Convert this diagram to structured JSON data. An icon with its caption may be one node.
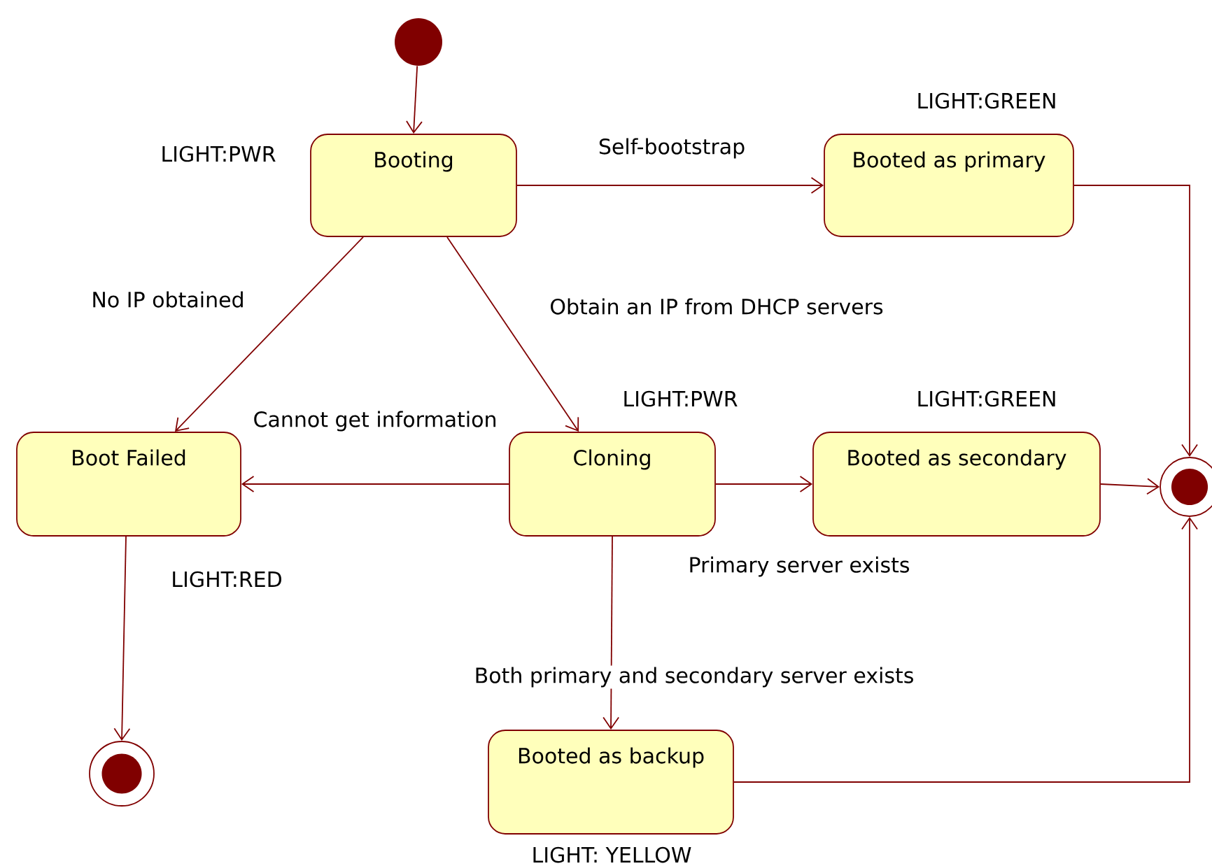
{
  "diagram": {
    "nodes": [
      {
        "text": [],
        "shape": "circle"
      },
      {
        "text": [
          "Booting"
        ],
        "beside": [
          "LIGHT:PWR"
        ]
      },
      {
        "text": [
          "Booted as primary"
        ],
        "beside": [
          "LIGHT:GREEN"
        ]
      },
      {
        "text": [
          "Boot Failed"
        ],
        "beside": [
          "LIGHT:RED"
        ]
      },
      {
        "text": [
          "Cloning"
        ],
        "beside": [
          "LIGHT:PWR"
        ]
      },
      {
        "text": [
          "Booted as secondary"
        ],
        "beside": [
          "LIGHT:GREEN"
        ]
      },
      {
        "text": [],
        "shape": "circle"
      },
      {
        "text": [
          "Booted as backup"
        ],
        "beside": [
          "LIGHT: YELLOW"
        ]
      },
      {
        "text": [],
        "shape": "circle"
      }
    ],
    "edges": [
      {
        "from": 0,
        "to": 1,
        "arrow": "to"
      },
      {
        "from": 1,
        "to": 2,
        "arrow": "to",
        "label": "Self-bootstrap"
      },
      {
        "from": 1,
        "to": 3,
        "arrow": "to",
        "label": "No IP obtained"
      },
      {
        "from": 1,
        "to": 4,
        "arrow": "to",
        "label": "Obtain an IP from DHCP servers"
      },
      {
        "from": 2,
        "to": 6,
        "arrow": "to"
      },
      {
        "from": 4,
        "to": 3,
        "arrow": "to",
        "label": "Cannot get information"
      },
      {
        "from": 4,
        "to": 5,
        "arrow": "to",
        "label": "Primary server exists"
      },
      {
        "from": 5,
        "to": 6,
        "arrow": "to"
      },
      {
        "from": 4,
        "to": 7,
        "arrow": "to",
        "label": "Both primary and secondary server exists"
      },
      {
        "from": 7,
        "to": 6,
        "arrow": "to"
      },
      {
        "from": 3,
        "to": 8,
        "arrow": "to"
      }
    ]
  }
}
